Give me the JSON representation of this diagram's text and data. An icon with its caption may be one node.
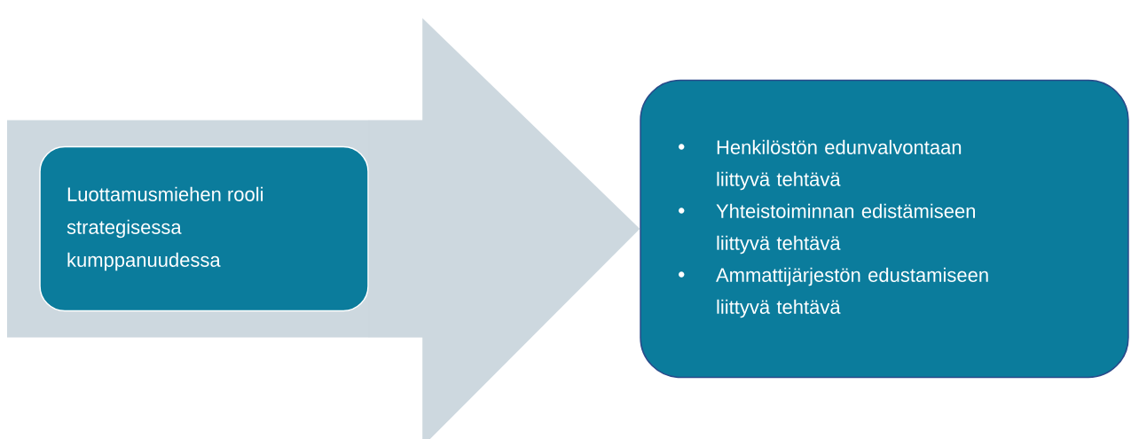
{
  "diagram": {
    "nodes": [
      {
        "text": [
          "Luottamusmiehen rooli strategisessa kumppanuudessa"
        ]
      },
      {
        "text": [
          "Henkilöstön edunvalvontaan liittyvä tehtävä",
          "Yhteistoiminnan edistämiseen liittyvä tehtävä",
          "Ammattijärjestön edustamiseen liittyvä tehtävä"
        ]
      }
    ],
    "edges": [
      {
        "from": 0,
        "to": 1,
        "arrow": "to"
      }
    ]
  }
}
